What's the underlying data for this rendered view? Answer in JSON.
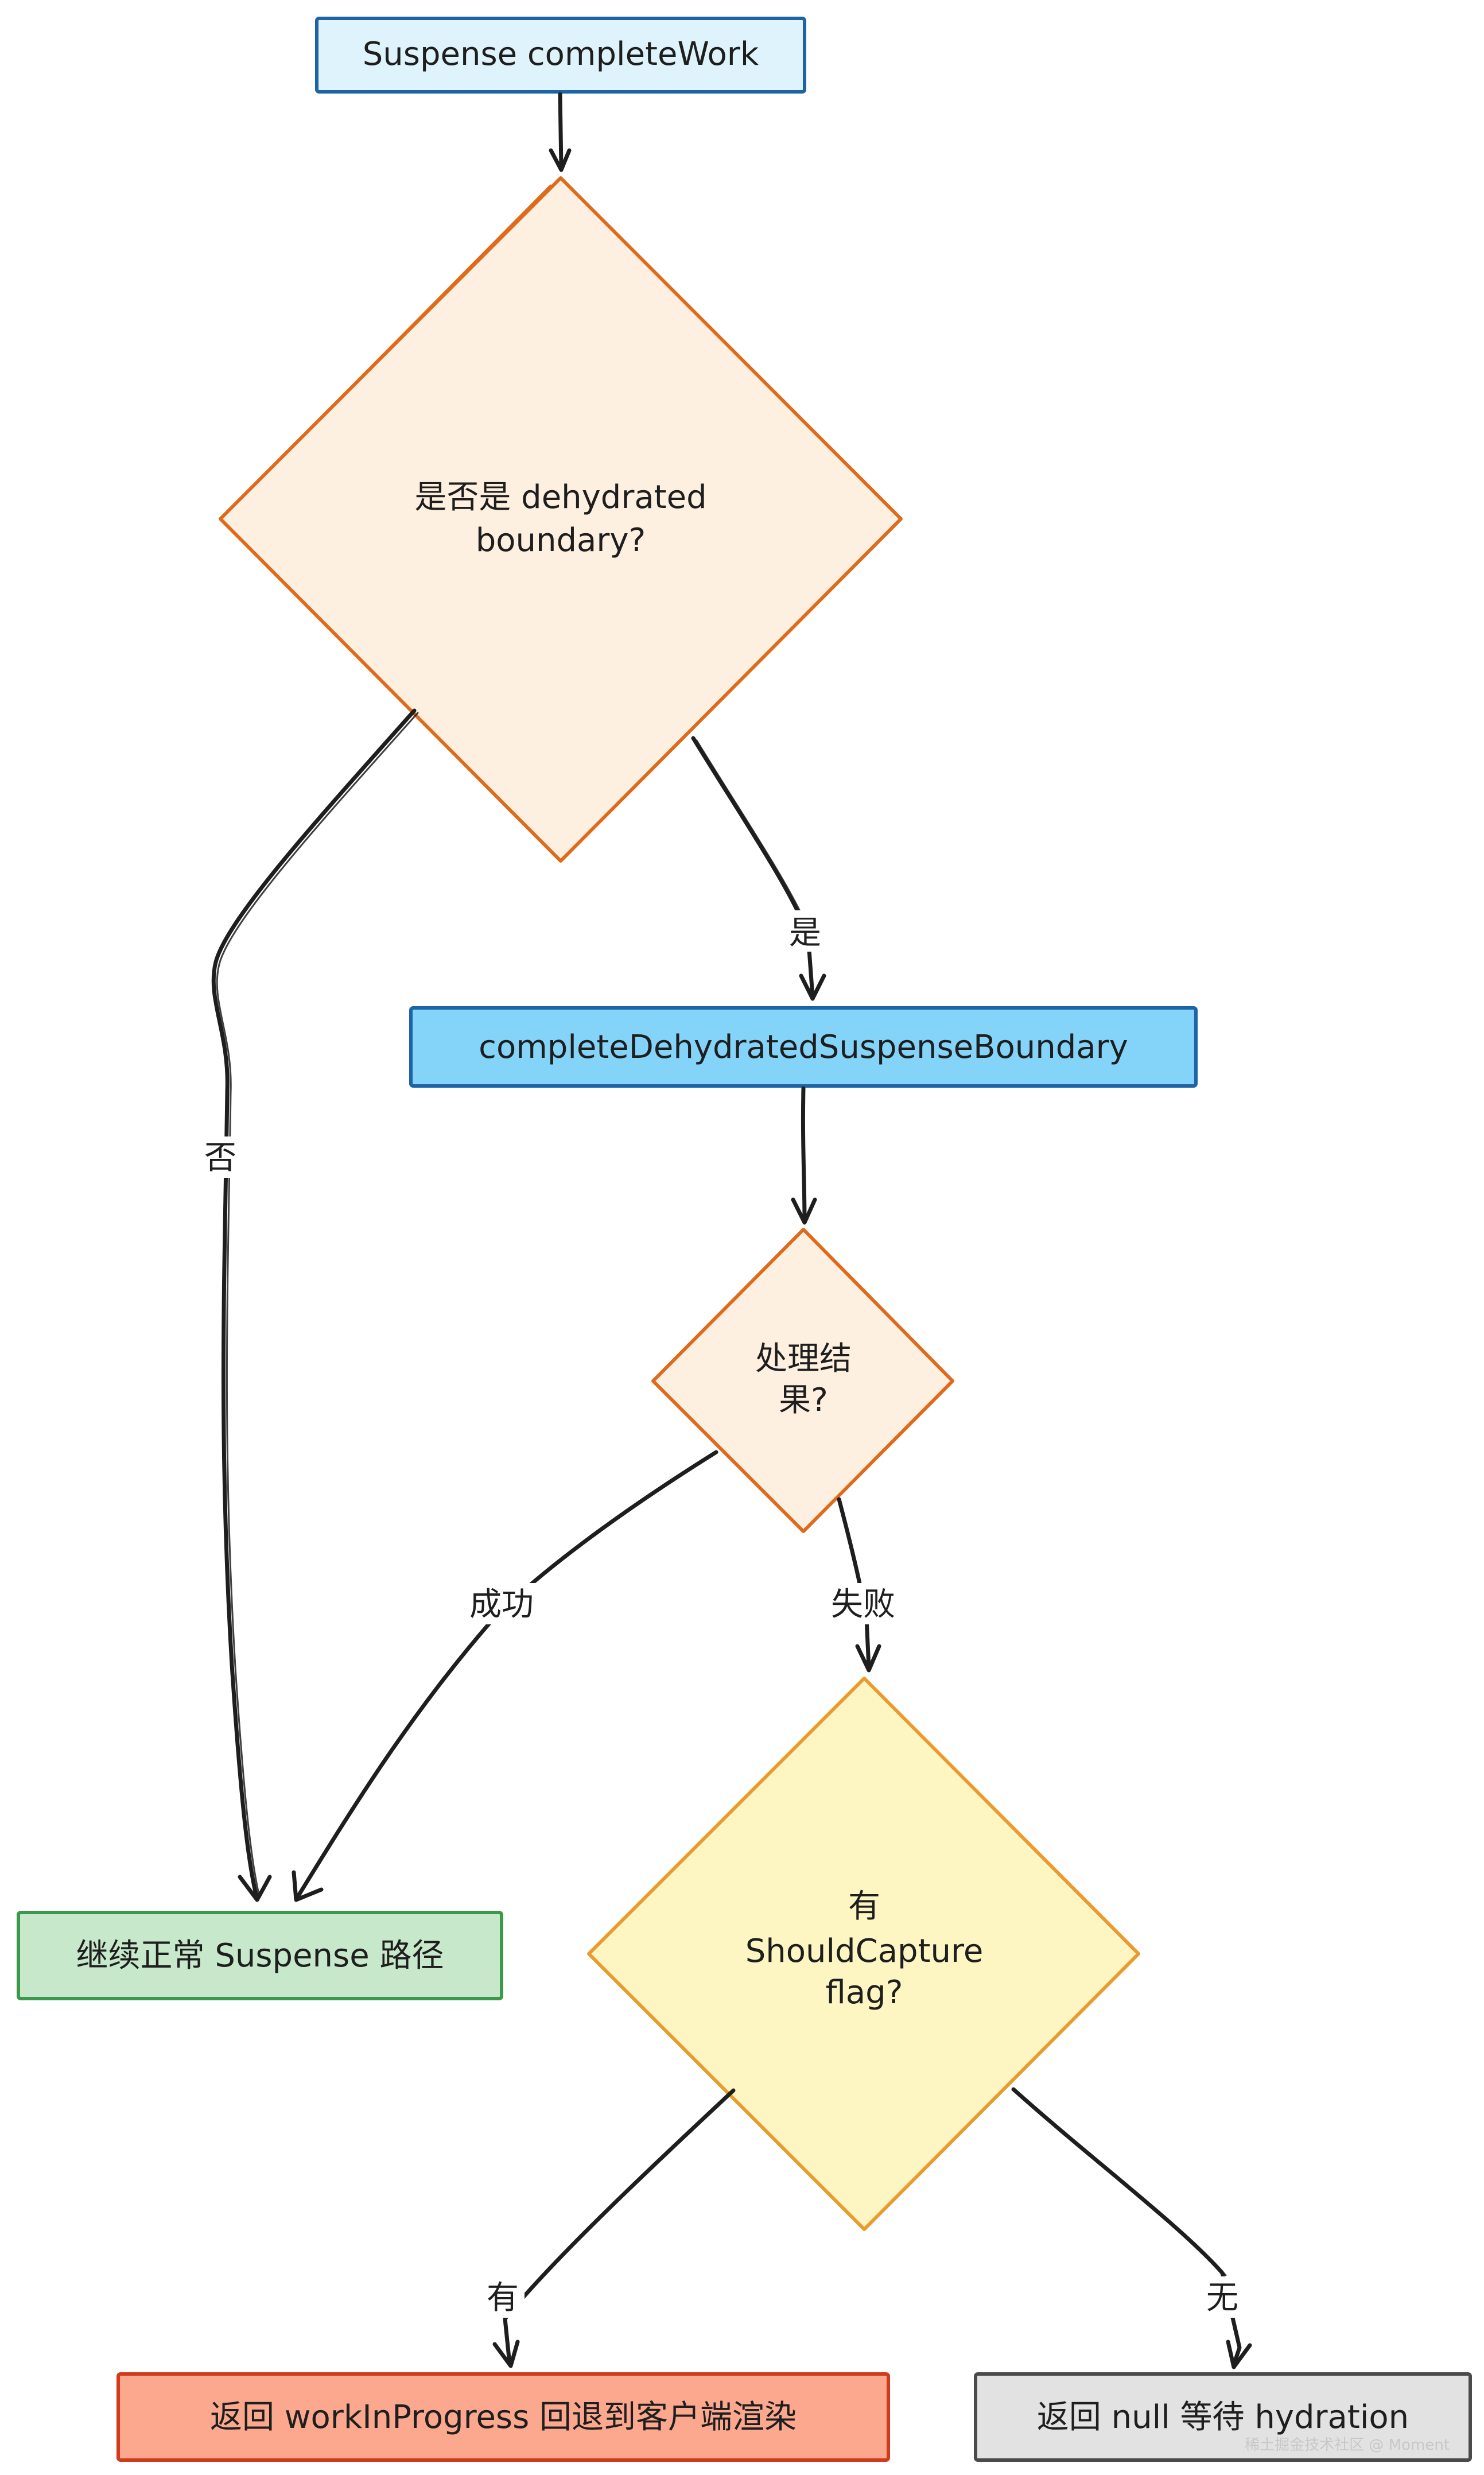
{
  "nodes": {
    "start": {
      "label": "Suspense completeWork",
      "fill": "#dff3fc",
      "stroke": "#1e63a5"
    },
    "decision_dehydrated": {
      "line1": "是否是 dehydrated",
      "line2": "boundary?",
      "fill": "#fdf0e0",
      "stroke": "#e06a1b"
    },
    "complete_dehydrated": {
      "label": "completeDehydratedSuspenseBoundary",
      "fill": "#84d3f9",
      "stroke": "#1e63a5"
    },
    "decision_result": {
      "line1": "处理结",
      "line2": "果?",
      "fill": "#fdf0e0",
      "stroke": "#e06a1b"
    },
    "continue_normal": {
      "label": "继续正常 Suspense 路径",
      "fill": "#c8e8cc",
      "stroke": "#3b9a4a"
    },
    "decision_capture": {
      "line1": "有",
      "line2": "ShouldCapture",
      "line3": "flag?",
      "fill": "#fdf5c2",
      "stroke": "#eb9b2d"
    },
    "return_wip": {
      "label": "返回 workInProgress 回退到客户端渲染",
      "fill": "#fba88e",
      "stroke": "#d13a1d"
    },
    "return_null": {
      "label": "返回 null 等待 hydration",
      "fill": "#e2e2e2",
      "stroke": "#4a4a4a"
    }
  },
  "edges": {
    "yes_dehydrated": "是",
    "no_dehydrated": "否",
    "success": "成功",
    "fail": "失败",
    "has_capture": "有",
    "no_capture": "无"
  },
  "watermark": "稀土掘金技术社区 @ Moment"
}
